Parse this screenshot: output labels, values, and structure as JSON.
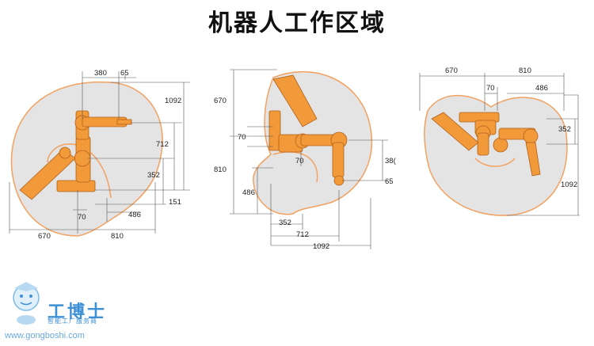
{
  "title": "机器人工作区域",
  "views": {
    "left": {
      "dims": {
        "a380": "380",
        "a65": "65",
        "a1092": "1092",
        "a712": "712",
        "a352": "352",
        "a151": "151",
        "a70": "70",
        "a486": "486",
        "a670": "670",
        "a810": "810"
      }
    },
    "middle": {
      "dims": {
        "a670": "670",
        "a70a": "70",
        "a70b": "70",
        "a810": "810",
        "a486": "486",
        "a380": "38(",
        "a65": "65",
        "a352": "352",
        "a712": "712",
        "a1092": "1092"
      }
    },
    "right": {
      "dims": {
        "a670": "670",
        "a810": "810",
        "a70": "70",
        "a486": "486",
        "a352": "352",
        "a1092": "1092"
      }
    }
  },
  "watermark": {
    "brand": "工博士",
    "sub": "智能工厂服务商",
    "url": "www.gongboshi.com"
  },
  "colors": {
    "envelope_fill": "#e4e4e4",
    "envelope_stroke": "#f2a160",
    "robot": "#f29a3a",
    "robot_dark": "#c8741e"
  }
}
